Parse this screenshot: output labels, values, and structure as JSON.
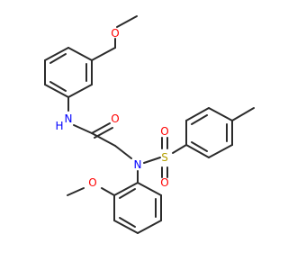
{
  "molecule": {
    "labels": {
      "o_methoxy_top": "O",
      "n_amide": "N",
      "h_amide": "H",
      "o_carbonyl": "O",
      "n_sulfonamide": "N",
      "s_sulfonyl": "S",
      "o_sulfonyl_top": "O",
      "o_sulfonyl_bottom": "O",
      "o_methoxy_bottom": "O"
    },
    "colors": {
      "bond": "#2b2b2b",
      "oxygen": "#ff0000",
      "nitrogen": "#0000ff",
      "sulfur": "#b5a000",
      "hydrogen": "#2b2b2b"
    }
  }
}
